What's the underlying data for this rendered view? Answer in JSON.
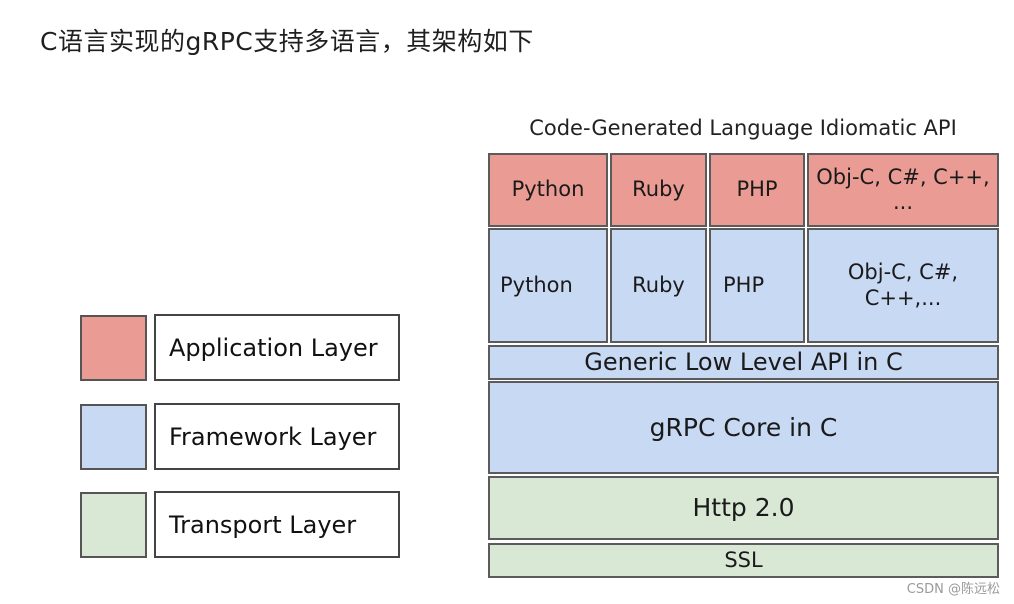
{
  "heading": "C语言实现的gRPC支持多语言，其架构如下",
  "diagram": {
    "title": "Code-Generated Language Idiomatic API",
    "app_row": [
      "Python",
      "Ruby",
      "PHP",
      "Obj-C, C#, C++,\n..."
    ],
    "fw_row": [
      "Python",
      "Ruby",
      "PHP",
      "Obj-C, C#,\nC++,..."
    ],
    "low_level_api": "Generic Low Level API in C",
    "core": "gRPC Core in C",
    "http": "Http 2.0",
    "ssl": "SSL"
  },
  "legend": {
    "items": [
      {
        "label": "Application Layer",
        "color": "#ea9c94"
      },
      {
        "label": "Framework Layer",
        "color": "#c8d9f4"
      },
      {
        "label": "Transport Layer",
        "color": "#d8e8d4"
      }
    ]
  },
  "watermark": "CSDN @陈远松",
  "colors": {
    "application": "#ea9c94",
    "framework": "#c8d9f4",
    "transport": "#d8e8d4"
  }
}
